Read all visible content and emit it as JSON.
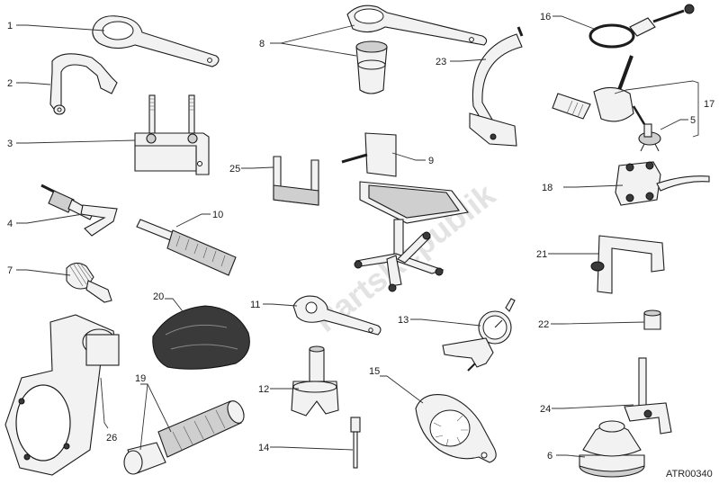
{
  "diagram": {
    "drawing_code": "ATR00340",
    "watermark": "PartsRepublik",
    "callouts": [
      {
        "id": "c1",
        "label": "1"
      },
      {
        "id": "c2",
        "label": "2"
      },
      {
        "id": "c3",
        "label": "3"
      },
      {
        "id": "c4",
        "label": "4"
      },
      {
        "id": "c5",
        "label": "5"
      },
      {
        "id": "c6",
        "label": "6"
      },
      {
        "id": "c7",
        "label": "7"
      },
      {
        "id": "c8",
        "label": "8"
      },
      {
        "id": "c9",
        "label": "9"
      },
      {
        "id": "c10",
        "label": "10"
      },
      {
        "id": "c11",
        "label": "11"
      },
      {
        "id": "c12",
        "label": "12"
      },
      {
        "id": "c13",
        "label": "13"
      },
      {
        "id": "c14",
        "label": "14"
      },
      {
        "id": "c15",
        "label": "15"
      },
      {
        "id": "c16",
        "label": "16"
      },
      {
        "id": "c17",
        "label": "17"
      },
      {
        "id": "c18",
        "label": "18"
      },
      {
        "id": "c19",
        "label": "19"
      },
      {
        "id": "c20",
        "label": "20"
      },
      {
        "id": "c21",
        "label": "21"
      },
      {
        "id": "c22",
        "label": "22"
      },
      {
        "id": "c23",
        "label": "23"
      },
      {
        "id": "c24",
        "label": "24"
      },
      {
        "id": "c25",
        "label": "25"
      },
      {
        "id": "c26",
        "label": "26"
      }
    ]
  }
}
